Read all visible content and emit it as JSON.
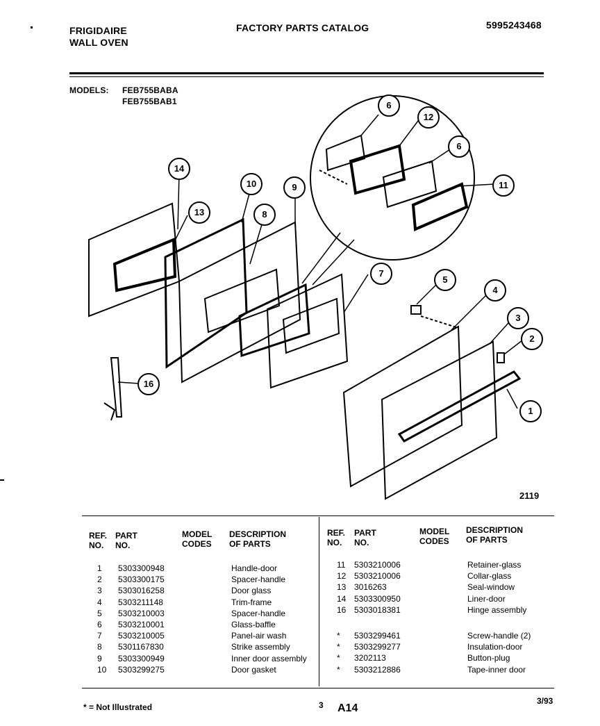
{
  "header": {
    "brand": "FRIGIDAIRE",
    "product": "WALL OVEN",
    "title": "FACTORY PARTS CATALOG",
    "doc_number": "5995243468"
  },
  "models": {
    "label": "MODELS:",
    "list": [
      "FEB755BABA",
      "FEB755BAB1"
    ]
  },
  "diagram": {
    "figure_number": "2119",
    "callouts": [
      "1",
      "2",
      "3",
      "4",
      "5",
      "6",
      "6",
      "7",
      "8",
      "9",
      "10",
      "11",
      "12",
      "13",
      "14",
      "16"
    ]
  },
  "table_headers": {
    "ref": "REF.\nNO.",
    "part": "PART\nNO.",
    "model": "MODEL\nCODES",
    "desc": "DESCRIPTION\nOF PARTS"
  },
  "left_rows": [
    {
      "ref": "1",
      "part": "5303300948",
      "desc": "Handle-door"
    },
    {
      "ref": "2",
      "part": "5303300175",
      "desc": "Spacer-handle"
    },
    {
      "ref": "3",
      "part": "5303016258",
      "desc": "Door glass"
    },
    {
      "ref": "4",
      "part": "5303211148",
      "desc": "Trim-frame"
    },
    {
      "ref": "5",
      "part": "5303210003",
      "desc": "Spacer-handle"
    },
    {
      "ref": "6",
      "part": "5303210001",
      "desc": "Glass-baffle"
    },
    {
      "ref": "7",
      "part": "5303210005",
      "desc": "Panel-air wash"
    },
    {
      "ref": "8",
      "part": "5301167830",
      "desc": "Strike assembly"
    },
    {
      "ref": "9",
      "part": "5303300949",
      "desc": "Inner door assembly"
    },
    {
      "ref": "10",
      "part": "5303299275",
      "desc": "Door gasket"
    }
  ],
  "right_rows": [
    {
      "ref": "11",
      "part": "5303210006",
      "desc": "Retainer-glass"
    },
    {
      "ref": "12",
      "part": "5303210006",
      "desc": "Collar-glass"
    },
    {
      "ref": "13",
      "part": "3016263",
      "desc": "Seal-window"
    },
    {
      "ref": "14",
      "part": "5303300950",
      "desc": "Liner-door"
    },
    {
      "ref": "16",
      "part": "5303018381",
      "desc": "Hinge assembly"
    },
    {
      "ref": "*",
      "part": "5303299461",
      "desc": "Screw-handle (2)"
    },
    {
      "ref": "*",
      "part": "5303299277",
      "desc": "Insulation-door"
    },
    {
      "ref": "*",
      "part": "3202113",
      "desc": "Button-plug"
    },
    {
      "ref": "*",
      "part": "5303212886",
      "desc": "Tape-inner door"
    }
  ],
  "footer": {
    "note": "* = Not Illustrated",
    "page": "3",
    "section": "A14",
    "date": "3/93"
  }
}
